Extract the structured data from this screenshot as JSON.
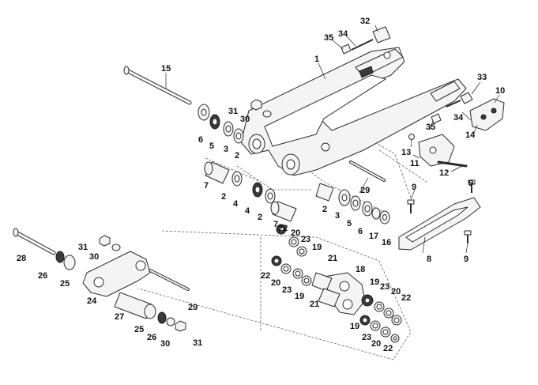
{
  "diagram": {
    "callouts": [
      {
        "label": "1"
      },
      {
        "label": "2"
      },
      {
        "label": "2"
      },
      {
        "label": "2"
      },
      {
        "label": "2"
      },
      {
        "label": "3"
      },
      {
        "label": "3"
      },
      {
        "label": "4"
      },
      {
        "label": "4"
      },
      {
        "label": "5"
      },
      {
        "label": "5"
      },
      {
        "label": "6"
      },
      {
        "label": "6"
      },
      {
        "label": "7"
      },
      {
        "label": "7"
      },
      {
        "label": "8"
      },
      {
        "label": "9"
      },
      {
        "label": "9"
      },
      {
        "label": "9"
      },
      {
        "label": "10"
      },
      {
        "label": "11"
      },
      {
        "label": "12"
      },
      {
        "label": "13"
      },
      {
        "label": "14"
      },
      {
        "label": "15"
      },
      {
        "label": "16"
      },
      {
        "label": "17"
      },
      {
        "label": "18"
      },
      {
        "label": "19"
      },
      {
        "label": "19"
      },
      {
        "label": "19"
      },
      {
        "label": "19"
      },
      {
        "label": "20"
      },
      {
        "label": "20"
      },
      {
        "label": "20"
      },
      {
        "label": "20"
      },
      {
        "label": "21"
      },
      {
        "label": "21"
      },
      {
        "label": "22"
      },
      {
        "label": "22"
      },
      {
        "label": "22"
      },
      {
        "label": "22"
      },
      {
        "label": "23"
      },
      {
        "label": "23"
      },
      {
        "label": "23"
      },
      {
        "label": "23"
      },
      {
        "label": "24"
      },
      {
        "label": "25"
      },
      {
        "label": "25"
      },
      {
        "label": "26"
      },
      {
        "label": "26"
      },
      {
        "label": "27"
      },
      {
        "label": "28"
      },
      {
        "label": "29"
      },
      {
        "label": "29"
      },
      {
        "label": "30"
      },
      {
        "label": "30"
      },
      {
        "label": "30"
      },
      {
        "label": "31"
      },
      {
        "label": "31"
      },
      {
        "label": "31"
      },
      {
        "label": "32"
      },
      {
        "label": "33"
      },
      {
        "label": "34"
      },
      {
        "label": "34"
      },
      {
        "label": "35"
      },
      {
        "label": "35"
      }
    ]
  }
}
